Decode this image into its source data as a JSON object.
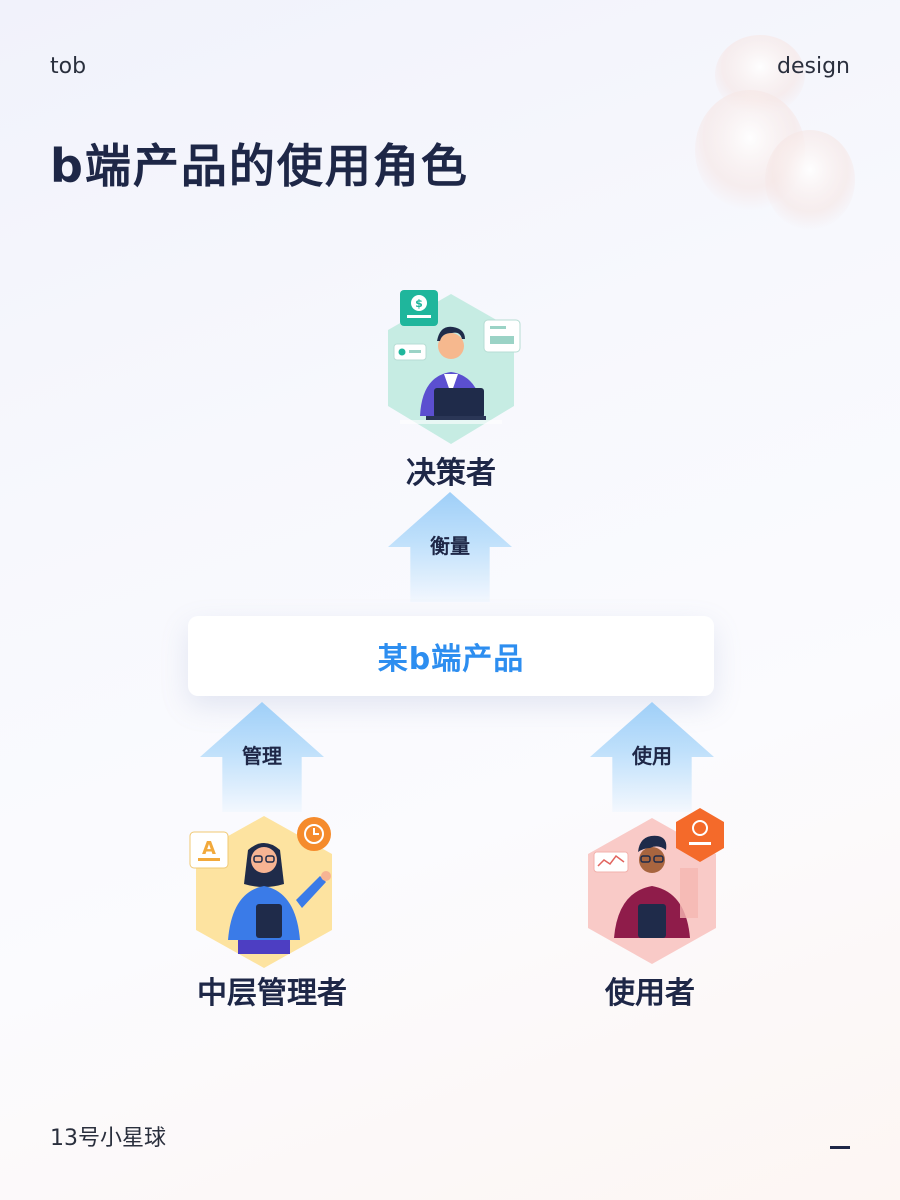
{
  "header": {
    "left": "tob",
    "right": "design",
    "title": "b端产品的使用角色"
  },
  "roles": {
    "decision_maker": "决策者",
    "middle_manager": "中层管理者",
    "user": "使用者"
  },
  "arrows": {
    "measure": "衡量",
    "manage": "管理",
    "use": "使用"
  },
  "product": {
    "label": "某b端产品"
  },
  "footer": {
    "author": "13号小星球"
  },
  "colors": {
    "accent_blue": "#2d8ef0",
    "heading": "#1e2747",
    "decision_bg": "#bfe9e0",
    "manager_bg": "#fde6a3",
    "user_bg": "#f8c3c0",
    "arrow_blue": "#9fcff8"
  },
  "icons": [
    "dollar-card-icon",
    "chart-card-icon",
    "heart-card-icon",
    "letter-a-card-icon",
    "clock-icon",
    "gear-icon",
    "trend-card-icon"
  ]
}
